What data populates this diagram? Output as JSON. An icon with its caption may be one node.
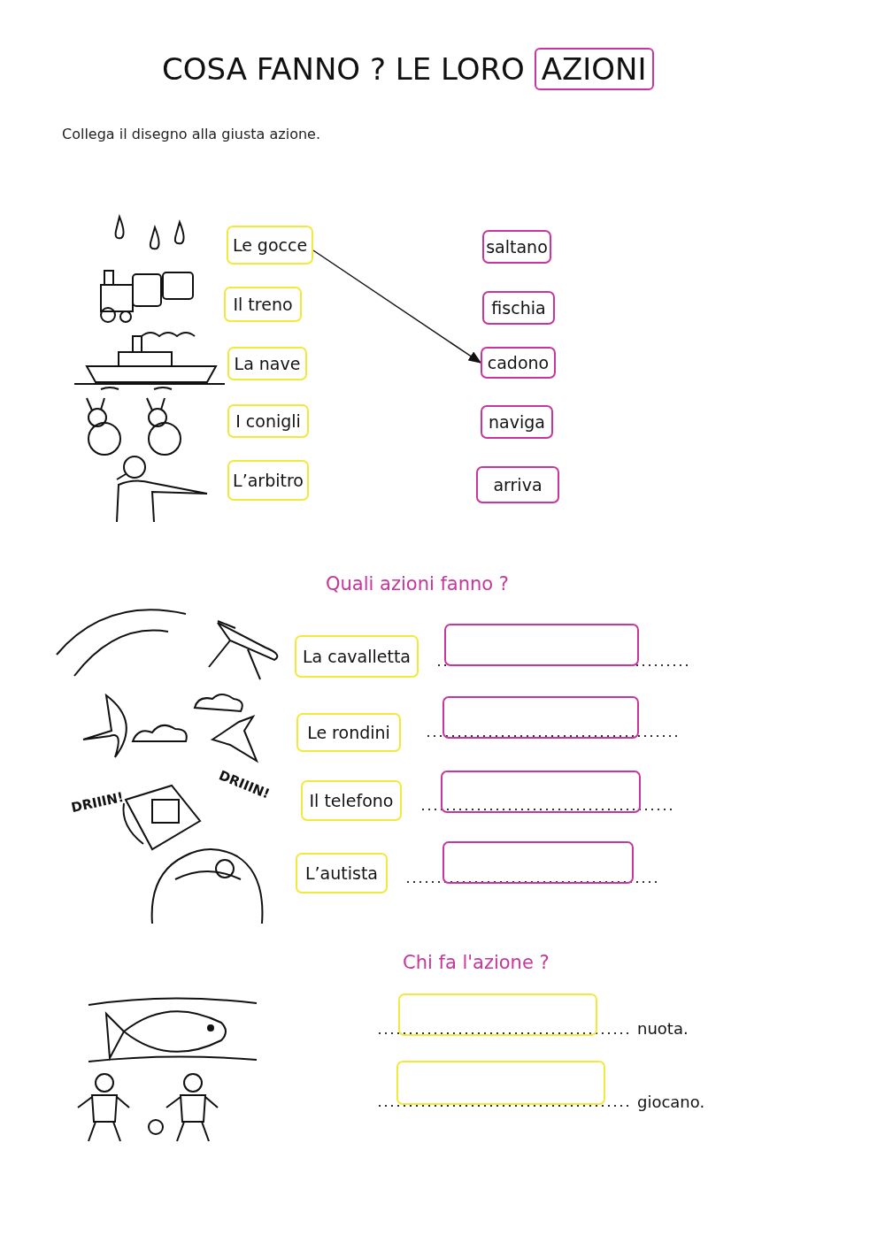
{
  "diagram": {
    "title": "COSA FANNO ?  LE LORO AZIONI",
    "nodes": [
      {
        "text": [
          "Le gocce"
        ]
      },
      {
        "text": [
          "Il treno"
        ]
      },
      {
        "text": [
          "La nave"
        ]
      },
      {
        "text": [
          "I conigli"
        ]
      },
      {
        "text": [
          "L’arbitro"
        ]
      },
      {
        "text": [
          "saltano"
        ]
      },
      {
        "text": [
          "fischia"
        ]
      },
      {
        "text": [
          "cadono"
        ]
      },
      {
        "text": [
          "naviga"
        ]
      },
      {
        "text": [
          "arriva"
        ]
      },
      {
        "text": [
          "La cavalletta"
        ]
      },
      {
        "text": [
          "Le rondini"
        ]
      },
      {
        "text": [
          "Il telefono"
        ]
      },
      {
        "text": [
          "L’autista"
        ]
      },
      {
        "text": [],
        "shape": "box"
      },
      {
        "text": [],
        "shape": "box"
      },
      {
        "text": [],
        "shape": "box"
      },
      {
        "text": [],
        "shape": "box"
      },
      {
        "text": [],
        "shape": "box"
      },
      {
        "text": [],
        "shape": "box"
      }
    ],
    "edges": [
      {
        "from": 0,
        "to": 7,
        "arrow": "to"
      }
    ],
    "labels": [
      "Collega il disegno alla giusta azione.",
      "Quali azioni fanno ?",
      "DRIIIN!",
      "DRIIIN!",
      "Chi fa l'azione ?",
      "nuota.",
      "giocano."
    ]
  }
}
